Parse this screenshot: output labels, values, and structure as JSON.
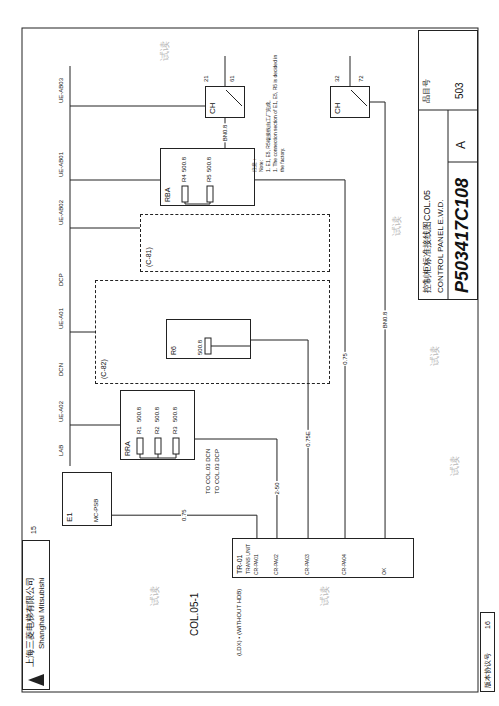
{
  "diagram": {
    "nodes": [
      {
        "text": [
          "控制柜标准接线图COL.05",
          "CONTROL PANEL E.W.D.",
          "P503417C108",
          "A",
          "品目号",
          "503"
        ]
      },
      {
        "text": [
          "上海三菱电梯有限公司",
          "Shanghai Mitsubishi"
        ]
      },
      {
        "text": [
          "版本协议号",
          "16"
        ]
      },
      {
        "text": [
          "E1",
          "MC-PSB"
        ]
      },
      {
        "text": [
          "RRA"
        ]
      },
      {
        "text": [
          "(C-82)"
        ]
      },
      {
        "text": [
          "R6",
          "500.8"
        ],
        "in": 5
      },
      {
        "text": [
          "(C-81)"
        ]
      },
      {
        "text": [
          "RBA"
        ]
      },
      {
        "text": [
          "CH"
        ]
      },
      {
        "text": [
          "CH"
        ]
      },
      {
        "text": [
          "TR-01",
          "TRANS UNIT"
        ]
      }
    ],
    "edges": [
      {
        "from": 3,
        "to": 11,
        "arrow": "none",
        "label": "0.75"
      },
      {
        "from": 4,
        "to": 11,
        "arrow": "none",
        "label": "2-50"
      },
      {
        "from": 6,
        "to": 11,
        "arrow": "none",
        "label": "0.75E"
      },
      {
        "from": 8,
        "to": 11,
        "arrow": "none",
        "label": "0.75"
      },
      {
        "from": 9,
        "to": 8,
        "arrow": "none",
        "label": "BN0.8"
      },
      {
        "from": 10,
        "to": 11,
        "arrow": "none",
        "label": "BN0.8"
      }
    ],
    "labels": [
      "注意：",
      "Note:",
      "1. E1, E5, R5端接线由工厂完成。",
      "1. The connection section of E1, E5, R5 is decided in",
      "the factory.",
      "COL.05-1",
      "(LDX) • (WITHOUT HDB)",
      "CR-PA01",
      "CR-PA02",
      "CR-PA03",
      "CR-PA04",
      "OK",
      "UE-AB03",
      "UE-AB01",
      "UE-AB02",
      "DCP",
      "UE-A01",
      "DCN",
      "UE-A02",
      "LAB",
      "TO COL.03 DCN",
      "TO COL.03 DCP",
      "R1",
      "500.8",
      "R2",
      "500.8",
      "R3",
      "500.8",
      "R4",
      "500.8",
      "R5",
      "500.8",
      "21",
      "61",
      "32",
      "72",
      "15",
      "试读",
      "试读",
      "试读",
      "试读",
      "试读",
      "试读"
    ]
  }
}
